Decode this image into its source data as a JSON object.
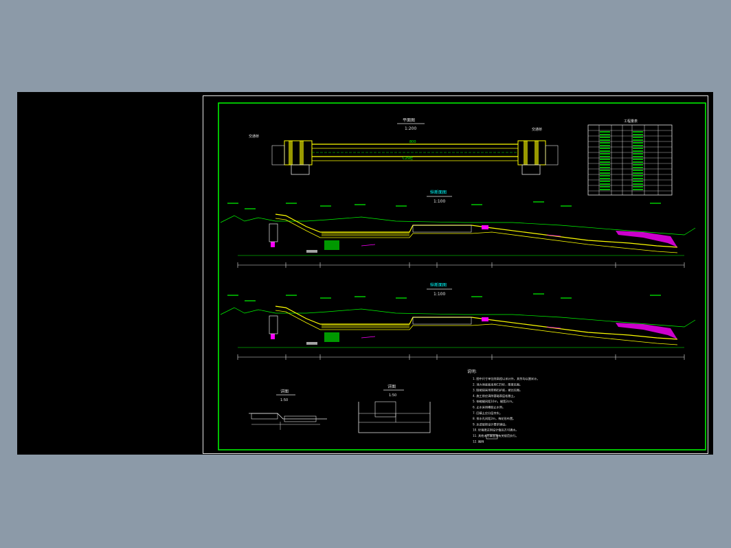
{
  "drawing": {
    "plan_title": "平面图",
    "plan_scale": "1:200",
    "profile1_title": "纵断面图",
    "profile1_scale": "1:100",
    "profile2_title": "纵断面图",
    "profile2_scale": "1:100",
    "detail1_title": "详图",
    "detail1_scale": "1:50",
    "detail2_title": "详图",
    "detail2_scale": "1:50",
    "notes_title": "说明:",
    "table_title": "工程量表",
    "plan_dimension": "800",
    "plan_center_label": "C25砼",
    "side_label_left": "交通桥",
    "side_label_right": "交通桥"
  },
  "notes": [
    "1. 图中尺寸单位除高程以米计外，其余均以厘米计。",
    "2. 消力池底板采用C25砼，厚度见图。",
    "3. 陡坡段采用浆砌石护底，坡比见图。",
    "4. 施工前应清除基础表层松散土。",
    "5. 伸缩缝间距10m，缝宽2cm。",
    "6. 止水采用橡胶止水带。",
    "7. 回填土应分层夯实。",
    "8. 排水孔间距2m，梅花形布置。",
    "9. 反滤层按设计要求铺设。",
    "10. 砼强度达到设计值后方可通水。",
    "11. 其他未尽事宜按有关规范执行。",
    "12. 图例"
  ],
  "colors": {
    "background": "#000000",
    "sheet_frame": "#00ff00",
    "structure_line": "#ffff00",
    "annotation": "#00ff00",
    "accent_cyan": "#00ffff",
    "accent_magenta": "#ff00ff",
    "desktop": "#8c9aa8"
  }
}
